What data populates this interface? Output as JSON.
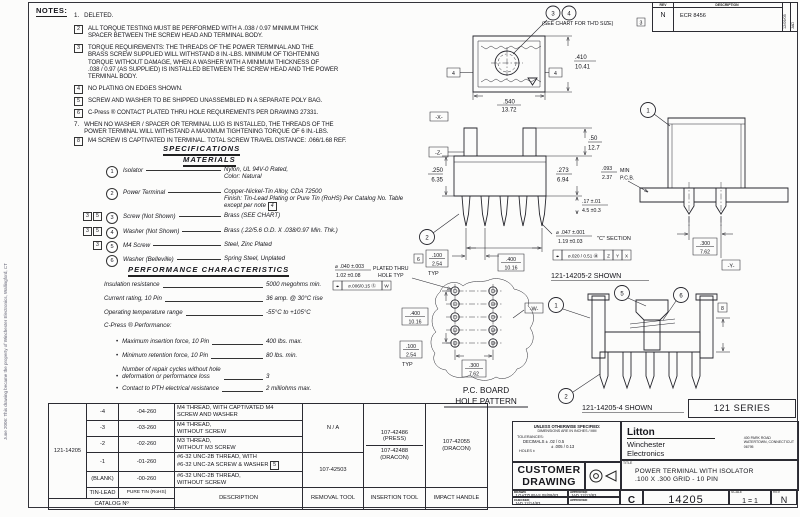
{
  "edge_note": "June 2006: This drawing became the property of Winchester Electronics, Wallingford, CT",
  "rev_block": {
    "headers": {
      "rev": "REV",
      "description": "DESCRIPTION"
    },
    "rev": "N",
    "description": "ECR 8456",
    "date": "12/09/05",
    "appd": "JAD"
  },
  "notes": {
    "heading": "NOTES:",
    "items": [
      {
        "num": "1.",
        "text": "DELETED."
      },
      {
        "num": "2",
        "text": "ALL TORQUE TESTING MUST BE PERFORMED WITH A .038 / 0.97 MINIMUM THICK\nSPACER BETWEEN THE SCREW HEAD AND TERMINAL BODY."
      },
      {
        "num": "3",
        "text": "TORQUE REQUIREMENTS:  THE THREADS OF THE POWER TERMINAL AND THE\nBRASS SCREW SUPPLIED WILL WITHSTAND 8 IN.-LBS. MINIMUM OF TIGHTENING\nTORQUE WITHOUT DAMAGE, WHEN A WASHER WITH A MINIMUM THICKNESS OF\n.038 / 0.97 (AS SUPPLIED) IS INSTALLED BETWEEN THE SCREW HEAD AND THE POWER\nTERMINAL BODY."
      },
      {
        "num": "4",
        "text": "NO PLATING ON EDGES SHOWN."
      },
      {
        "num": "5",
        "text": "SCREW AND WASHER TO BE SHIPPED UNASSEMBLED IN A SEPARATE POLY BAG."
      },
      {
        "num": "6",
        "text": "C-Press ® CONTACT PLATED THRU HOLE REQUIREMENTS PER DRAWING 27331."
      },
      {
        "num": "7.",
        "text": "WHEN NO WASHER / SPACER OR TERMINAL LUG IS INSTALLED, THE THREADS OF THE\nPOWER TERMINAL WILL WITHSTAND A MAXIMUM TIGHTENING TORQUE OF 6 IN.-LBS."
      },
      {
        "num": "8",
        "text": "M4 SCREW IS CAPTIVATED IN TERMINAL.  TOTAL SCREW TRAVEL DISTANCE: .066/1.68 REF."
      }
    ]
  },
  "specs": {
    "heading": "SPECIFICATIONS",
    "materials_heading": "MATERIALS",
    "materials": [
      {
        "balloon": "1",
        "name": "Isolator",
        "value": "Nylon, UL 94V-0 Rated,\nColor: Natural"
      },
      {
        "balloon": "2",
        "name": "Power Terminal",
        "value": "Copper-Nickel-Tin Alloy, CDA 72500\nFinish: Tin-Lead Plating or Pure Tin (RoHS) Per Catalog No. Table\nexcept per note",
        "note_ref": "4"
      },
      {
        "balloon": "3",
        "flag1": "3",
        "flag2": "5",
        "name": "Screw (Not Shown)",
        "value": "Brass (SEE CHART)"
      },
      {
        "balloon": "4",
        "flag1": "3",
        "flag2": "5",
        "name": "Washer (Not Shown)",
        "value": "Brass (.22/5.6 O.D. X .038/0.97 Min. Thk.)"
      },
      {
        "balloon": "5",
        "flag1": "3",
        "name": "M4 Screw",
        "value": "Steel, Zinc Plated"
      },
      {
        "balloon": "6",
        "name": "Washer (Belleville)",
        "value": "Spring Steel, Unplated"
      }
    ],
    "perf_heading": "PERFORMANCE CHARACTERISTICS",
    "perf": [
      {
        "name": "Insulation resistance",
        "value": "5000 megohms min."
      },
      {
        "name": "Current rating, 10 Pin",
        "value": "36 amp. @ 30°C rise"
      },
      {
        "name": "Operating temperature range",
        "value": "-55°C to +105°C"
      }
    ],
    "cpress_heading": "C-Press ®  Performance:",
    "cpress": [
      {
        "name": "Maximum insertion force, 10 Pin",
        "value": "400 lbs. max."
      },
      {
        "name": "Minimum retention force, 10 Pin",
        "value": "80 lbs. min."
      },
      {
        "name": "Number of repair cycles without hole\ndeformation or performance loss",
        "value": "3"
      },
      {
        "name": "Contact to PTH electrical resistance",
        "value": "2 milliohms max."
      }
    ]
  },
  "views": {
    "top": {
      "balloon3": "3",
      "balloon4": "4",
      "callout": "(SEE CHART FOR TH'D SIZE)",
      "callout_flag": "3",
      "dimw_in": ".540",
      "dimw_mm": "13.72",
      "dimh_in": ".410",
      "dimh_mm": "10.41",
      "datum_x": "-X-",
      "flag4": "4"
    },
    "front": {
      "datum_z": "-Z-",
      "d50_in": ".50",
      "d50_mm": "12.7",
      "d250_in": ".250",
      "d250_mm": "6.35",
      "d273_in": ".273",
      "d273_mm": "6.94",
      "d17_in": ".17 ±.01",
      "d17_mm": "4.5 ±0.3",
      "d100_in": ".100",
      "d100_mm": "2.54",
      "typ": "TYP",
      "d400_in": ".400",
      "d400_mm": "10.16",
      "d047_in": "⌀ .047 ±.001",
      "d047_mm": "1.19 ±0.03",
      "section": "\"C\" SECTION",
      "fcf_sym": "⌖",
      "fcf_tol": "⌀.020 / 0.51 Ⓜ",
      "fcf_z": "Z",
      "fcf_y": "Y",
      "fcf_x": "X",
      "balloon2": "2",
      "shown": "121-14205-2 SHOWN",
      "pcb_in": ".093",
      "pcb_mm": "2.37",
      "pcb_min": "MIN",
      "pcb_label": "P.C.B."
    },
    "side": {
      "balloon1": "1",
      "d300_in": ".300",
      "d300_mm": "7.62",
      "datum_y": "-Y-"
    },
    "holes": {
      "dia_in": "⌀ .040 ±.003",
      "dia_mm": "1.02 ±0.08",
      "note1": "PLATED THRU",
      "note2": "HOLE TYP",
      "flag6": "6",
      "fcf_sym": "⌖",
      "fcf_tol": "⌀.006/0.15 Ⓢ",
      "fcf_w": "W",
      "d400_in": ".400",
      "d400_mm": "10.16",
      "d100_in": ".100",
      "d100_mm": "2.54",
      "typ": "TYP",
      "d300_in": ".300",
      "d300_mm": "7.62",
      "datum_w": "-W-",
      "title1": "P.C. BOARD",
      "title2": "HOLE PATTERN"
    },
    "section": {
      "b1": "1",
      "b5": "5",
      "b6": "6",
      "b2": "2",
      "flag8": "8",
      "shown": "121-14205-4 SHOWN"
    },
    "series_label": "121 SERIES"
  },
  "catalog_table": {
    "base": "121-14205",
    "rows": [
      {
        "tin_lead": "-4",
        "pure_tin": "-04-260",
        "desc": "M4 THREAD, WITH CAPTIVATED M4\nSCREW AND WASHER"
      },
      {
        "tin_lead": "-3",
        "pure_tin": "-03-260",
        "desc": "M4 THREAD,\nWITHOUT SCREW"
      },
      {
        "tin_lead": "-2",
        "pure_tin": "-02-260",
        "desc": "M3 THREAD,\nWITHOUT M3 SCREW"
      },
      {
        "tin_lead": "-1",
        "pure_tin": "-01-260",
        "desc": "#6-32 UNC-2B THREAD, WITH\n#6-32 UNC-2A SCREW & WASHER",
        "note_ref": "5"
      },
      {
        "tin_lead": "(BLANK)",
        "pure_tin": "-00-260",
        "desc": "#6-32 UNC-2B THREAD,\nWITHOUT SCREW"
      }
    ],
    "removal_na": "N / A",
    "removal_tool": "107-42503",
    "insertion_press": "107-42486\n(PRESS)",
    "insertion_dracon": "107-42488\n(DRACON)",
    "impact_handle": "107-42055\n(DRACON)",
    "footer": {
      "tin_lead": "TIN-LEAD",
      "pure_tin": "PURE TIN (RoHS)",
      "catalog": "CATALOG Nº",
      "description": "DESCRIPTION",
      "removal": "REMOVAL TOOL",
      "insertion": "INSERTION TOOL",
      "impact": "IMPACT HANDLE"
    }
  },
  "title_block": {
    "tol": [
      "UNLESS OTHERWISE SPECIFIED:",
      "DIMENSIONS ARE IN INCHES / MM",
      "TOLERANCES:",
      "DECIMALS    ± .02 / 0.5",
      "± .005 / 0.13",
      "HOLES ±"
    ],
    "customer_drawing": "CUSTOMER\nDRAWING",
    "brand": "Litton",
    "division": "Winchester\nElectronics",
    "address": "400 PARK ROAD\nWATERTOWN, CONNECTICUT\n06795",
    "title_label": "TITLE",
    "title": "POWER TERMINAL WITH ISOLATOR\n.100 X .300 GRID - 10 PIN",
    "sig_labels": [
      "DRAWN",
      "APPROVED",
      "CHECKED",
      "APPROVED"
    ],
    "sig1_name": "J.GATZURAS  08/09/83",
    "sig1_appr": "JAD   12/13/83",
    "sig2_name": "JAD   12/14/83",
    "size": "C",
    "number": "14205",
    "scale_label": "SCALE",
    "scale": "1 = 1",
    "rev_label": "REV",
    "rev": "N"
  }
}
